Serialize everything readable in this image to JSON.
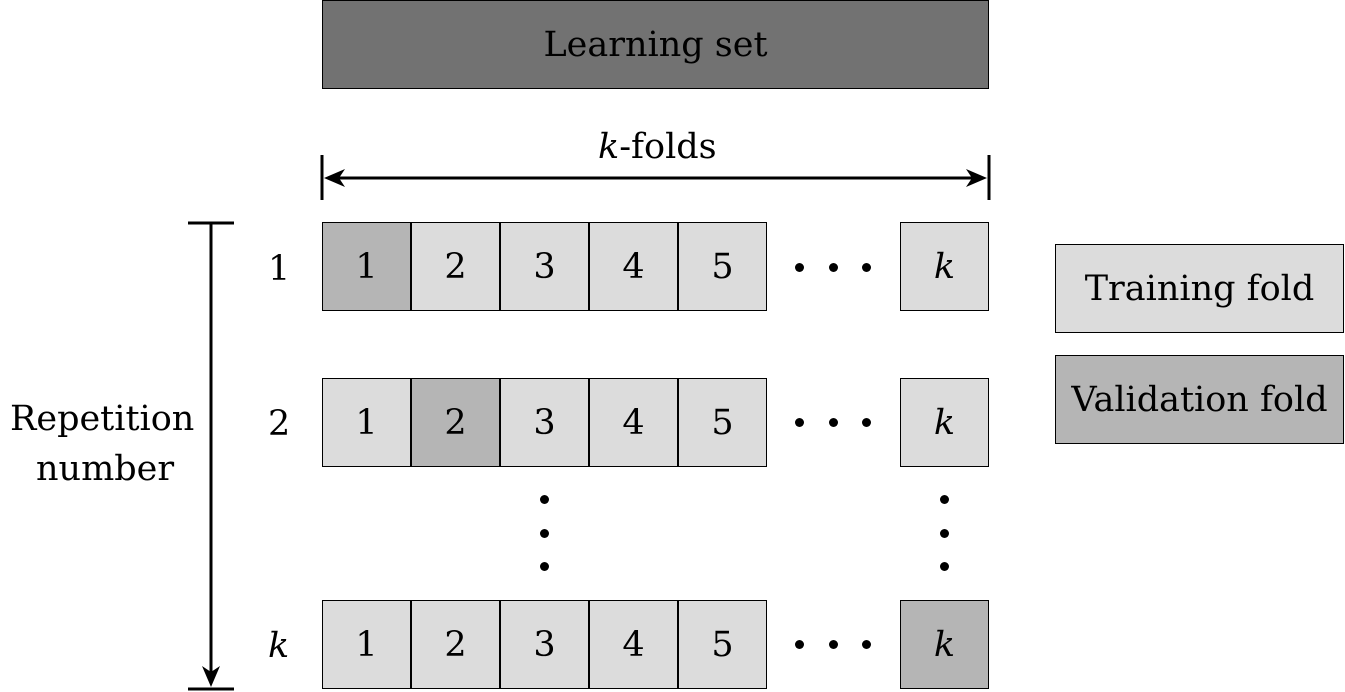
{
  "learning_set": {
    "label": "Learning set",
    "color": "#727272"
  },
  "kfolds": {
    "prefix": "k",
    "suffix": "-folds"
  },
  "axis_label": {
    "line1": "Repetition",
    "line2": "number"
  },
  "colors": {
    "training": "#dcdcdc",
    "validation": "#b5b5b5"
  },
  "folds": [
    "1",
    "2",
    "3",
    "4",
    "5",
    "k"
  ],
  "rows": [
    {
      "label": "1",
      "validation_index": 0
    },
    {
      "label": "2",
      "validation_index": 1
    },
    {
      "label": "k",
      "validation_index": 5
    }
  ],
  "legend": {
    "training": "Training fold",
    "validation": "Validation fold"
  }
}
